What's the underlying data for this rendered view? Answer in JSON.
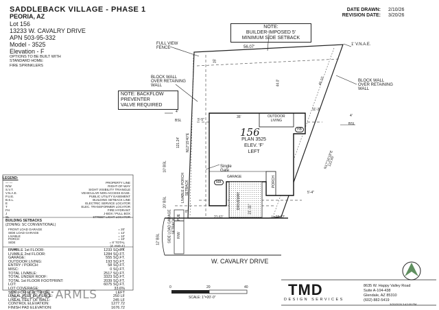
{
  "header": {
    "title": "SADDLEBACK VILLAGE - PHASE 1",
    "city": "PEORIA, AZ",
    "lines": [
      "Lot 156",
      "13233 W. CAVALRY DRIVE",
      "APN 503-95-332",
      "Model - 3525",
      "Elevation - F"
    ],
    "note1": "OPTIONS TO BE BUILT WITH",
    "note2": "STANDARD HOME:",
    "note3": "FIRE SPRINKLERS",
    "date_drawn_label": "DATE DRAWN:",
    "date_drawn": "2/10/26",
    "revision_label": "REVISION DATE:",
    "revision": "3/20/26"
  },
  "notes": {
    "setback_title": "NOTE:",
    "setback_line1": "BUILDER-IMPOSED 5'",
    "setback_line2": "MINIMUM SIDE SETBACK",
    "backflow_line1": "NOTE: BACKFLOW",
    "backflow_line2": "PREVENTER",
    "backflow_line3": "VALVE REQUIRED"
  },
  "plan_labels": {
    "full_view_fence": [
      "FULL VIEW",
      "FENCE"
    ],
    "vnae": "1' V.N.A.E.",
    "top_dim": "56.07'",
    "block_wall_left": [
      "BLOCK WALL",
      "OVER RETAINING",
      "WALL"
    ],
    "block_wall_right": [
      "BLOCK WALL",
      "OVER RETAINING",
      "WALL"
    ],
    "lot_number": "156",
    "plan": "PLAN 3525",
    "elev": "ELEV. 'F'",
    "hand": "LEFT",
    "outdoor_living": [
      "OUTDOOR",
      "LIVING"
    ],
    "single_gate": [
      "Single",
      "Gate"
    ],
    "garage": "GARAGE",
    "porch": "PORCH",
    "driveway": "DRIVEWAY",
    "street": "W. CAVALRY DRIVE",
    "left_bearing": "121.24'",
    "left_bearing2": "N12°15'40\"E",
    "right_bearing": "N17°16'18\"E",
    "right_bearing2": "122.95'",
    "rear_bsl": "4'",
    "rear_bsl2": "BSL",
    "right_bsl": "4'",
    "right_bsl2": "BSL",
    "dim_35": "35'",
    "dim_55": "5'-5\"",
    "dim_113": "11'-3\"",
    "dim_2161": "21.61'",
    "dim_2232": "L=22.32'",
    "dim_20bsl": "20' BSL",
    "dim_10bsl": "10' BSL",
    "dim_12bsl": "12' BSL",
    "dim_15": "15'",
    "dim_44": "44.0'",
    "dim_4615": "46.15'",
    "dim_2111": "21'-11\"",
    "dim_5412": "5'-4\"",
    "pue": "PUE",
    "rw": "R/W",
    "dim_8": "8'",
    "liv_porch": [
      "LIVABLE & PORCH",
      "SETBACK"
    ],
    "side_garage": [
      "SIDE LOAD GARAGE",
      "SETBACK"
    ],
    "hb": "HB",
    "ma": "MA"
  },
  "legend": {
    "title": "LEGEND:",
    "items": [
      {
        "abbr": "— —",
        "desc": "PROPERTY LINE"
      },
      {
        "abbr": "R/W",
        "desc": "RIGHT-OF-WAY"
      },
      {
        "abbr": "S.V.T.",
        "desc": "SIGHT VISIBILITY TRIANGLE"
      },
      {
        "abbr": "V.N.A.E.",
        "desc": "VEHICULAR NON-ACCESS EASE."
      },
      {
        "abbr": "P.U.E.",
        "desc": "PUBLIC UTILITY EASEMENT"
      },
      {
        "abbr": "B.S.L.",
        "desc": "BUILDING SETBACK LINE"
      },
      {
        "abbr": "E",
        "desc": "ELECTRIC SERVICE LOCATOR"
      },
      {
        "abbr": "T",
        "desc": "ELEC. TRANSFORMER LOCATOR"
      },
      {
        "abbr": "FH",
        "desc": "FIRE HYDRANT"
      },
      {
        "abbr": "J",
        "desc": "J-BOX / PULL BOX"
      },
      {
        "abbr": "SL",
        "desc": "STREET LIGHT LOCATOR"
      }
    ]
  },
  "setbacks": {
    "title": "BUILDING SETBACKS",
    "zoning": "(ZONING: SC CONVENTIONAL)",
    "rows": [
      {
        "label": "FRONT LOAD GARAGE",
        "value": "= 20'"
      },
      {
        "label": "SIDE LOAD GARAGE",
        "value": "= 12'"
      },
      {
        "label": "LIVABLE",
        "value": "= 10'"
      },
      {
        "label": "PORCH",
        "value": "= 10'"
      },
      {
        "label": "SIDE",
        "value": "= 8' TOTAL"
      },
      {
        "label": "",
        "value": "(4' AND 4')"
      },
      {
        "label": "REAR",
        "value": "= 15'"
      }
    ]
  },
  "areas": [
    {
      "label": "LIVABLE 1st FLOOR:",
      "value": "1233 SQ.FT."
    },
    {
      "label": "LIVABLE 2nd FLOOR:",
      "value": "1284 SQ.FT."
    },
    {
      "label": "GARAGE:",
      "value": "555 SQ.FT."
    },
    {
      "label": "OUTDOOR LIVING:",
      "value": "193 SQ.FT."
    },
    {
      "label": "ENTRY / PORCH:",
      "value": "58 SQ.FT."
    },
    {
      "label": "MISC:",
      "value": "0 SQ.FT."
    },
    {
      "label": "TOTAL LIVABLE:",
      "value": "2517 SQ.FT."
    },
    {
      "label": "TOTAL UNDER ROOF:",
      "value": "3323 SQ.FT."
    },
    {
      "label": "TOTAL 1st FLOOR FOOTPRINT:",
      "value": "2039 SQ.FT."
    },
    {
      "label": "LOT:",
      "value": "6075 SQ.FT."
    },
    {
      "label": "LOT COVERAGE:",
      "value": "33.6%"
    },
    {
      "label": "SIDE FOR ELECTRICAL =",
      "value": "LEFT"
    },
    {
      "label": "LINEAL FEET OF FENCE:",
      "value": "250 LF"
    },
    {
      "label": "LINEAL FEET OF WALL:",
      "value": "245 LF"
    },
    {
      "label": "CONTROL ELEVATION:",
      "value": "1277.72"
    },
    {
      "label": "FINISH PAD ELEVATION:",
      "value": "1676.72"
    }
  ],
  "scale": {
    "ticks": [
      "0",
      "20",
      "40"
    ],
    "text": "SCALE:  1\"=20'-0\""
  },
  "logo": {
    "name": "TMD",
    "sub": "DESIGN SERVICES"
  },
  "address": [
    "8635 W. Happy Valley Road",
    "Suite A-104-438",
    "Glendale, AZ 85310",
    "(602) 882-5419"
  ],
  "watermark": "©2026 ARMLS",
  "footer_stamp": "3/20/2026 3:43:09 PM"
}
